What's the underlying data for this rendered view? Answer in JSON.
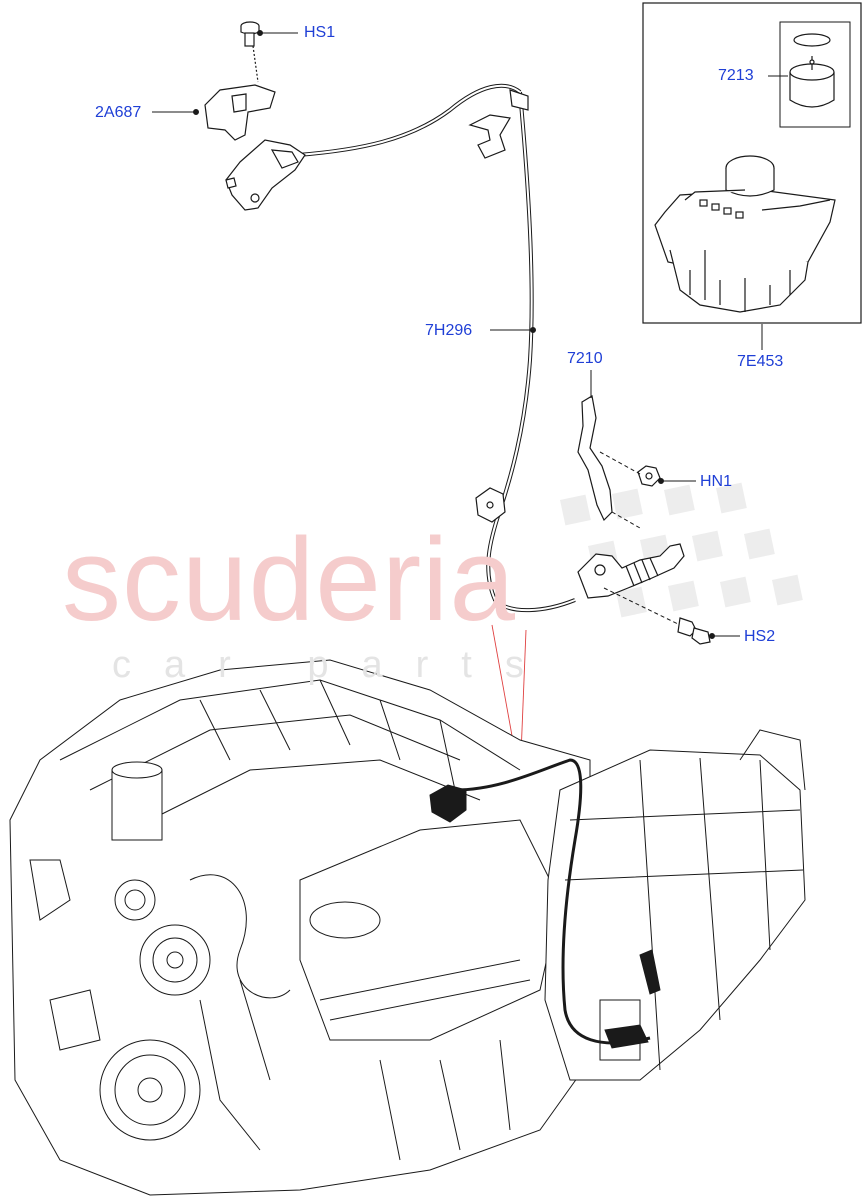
{
  "watermark": {
    "brand": "scuderia",
    "sub": "car parts"
  },
  "callouts": {
    "hs1": "HS1",
    "p2a687": "2A687",
    "p7213": "7213",
    "p7h296": "7H296",
    "p7210": "7210",
    "p7e453": "7E453",
    "hn1": "HN1",
    "hs2": "HS2"
  },
  "colors": {
    "callout": "#1f3fd6",
    "leader": "#1f3fd6",
    "lineart": "#1a1a1a",
    "guide": "#e04040",
    "watermark": "#f5cccc"
  }
}
